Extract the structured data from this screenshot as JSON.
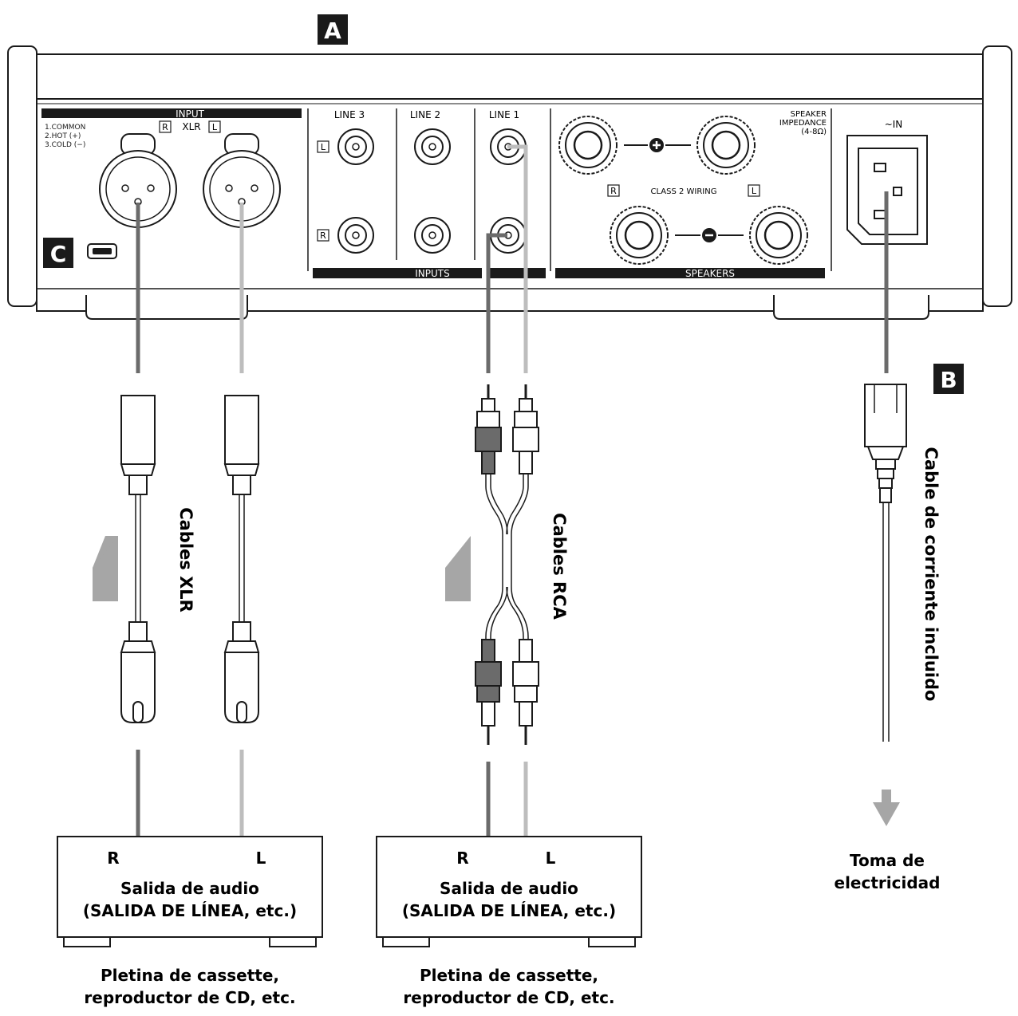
{
  "callouts": {
    "a": "A",
    "b": "B",
    "c": "C"
  },
  "panel": {
    "input_title": "INPUT",
    "pin1": "1.COMMON",
    "pin2": "2.HOT (+)",
    "pin3": "3.COLD (−)",
    "xlr_r": "R",
    "xlr_label": "XLR",
    "xlr_l": "L",
    "line3": "LINE 3",
    "line2": "LINE 2",
    "line1": "LINE 1",
    "row_l": "L",
    "row_r": "R",
    "inputs_bar": "INPUTS",
    "speaker_impedance_1": "SPEAKER",
    "speaker_impedance_2": "IMPEDANCE",
    "speaker_impedance_3": "(4-8Ω)",
    "class2_r": "R",
    "class2": "CLASS 2 WIRING",
    "class2_l": "L",
    "speakers_bar": "SPEAKERS",
    "ac_in": "~IN"
  },
  "labels": {
    "xlr_cables": "Cables XLR",
    "rca_cables": "Cables RCA",
    "power_cable": "Cable de corriente incluido",
    "outlet_1": "Toma de",
    "outlet_2": "electricidad"
  },
  "devices": [
    {
      "r": "R",
      "l": "L",
      "line1": "Salida de audio",
      "line2": "(SALIDA DE LÍNEA, etc.)",
      "caption1": "Pletina de cassette,",
      "caption2": "reproductor de CD, etc."
    },
    {
      "r": "R",
      "l": "L",
      "line1": "Salida de audio",
      "line2": "(SALIDA DE LÍNEA, etc.)",
      "caption1": "Pletina de cassette,",
      "caption2": "reproductor de CD, etc."
    }
  ],
  "colors": {
    "dark_cable": "#6b6b6b",
    "light_cable": "#bdbdbd",
    "arrow": "#a6a6a6",
    "black": "#1a1a1a"
  }
}
